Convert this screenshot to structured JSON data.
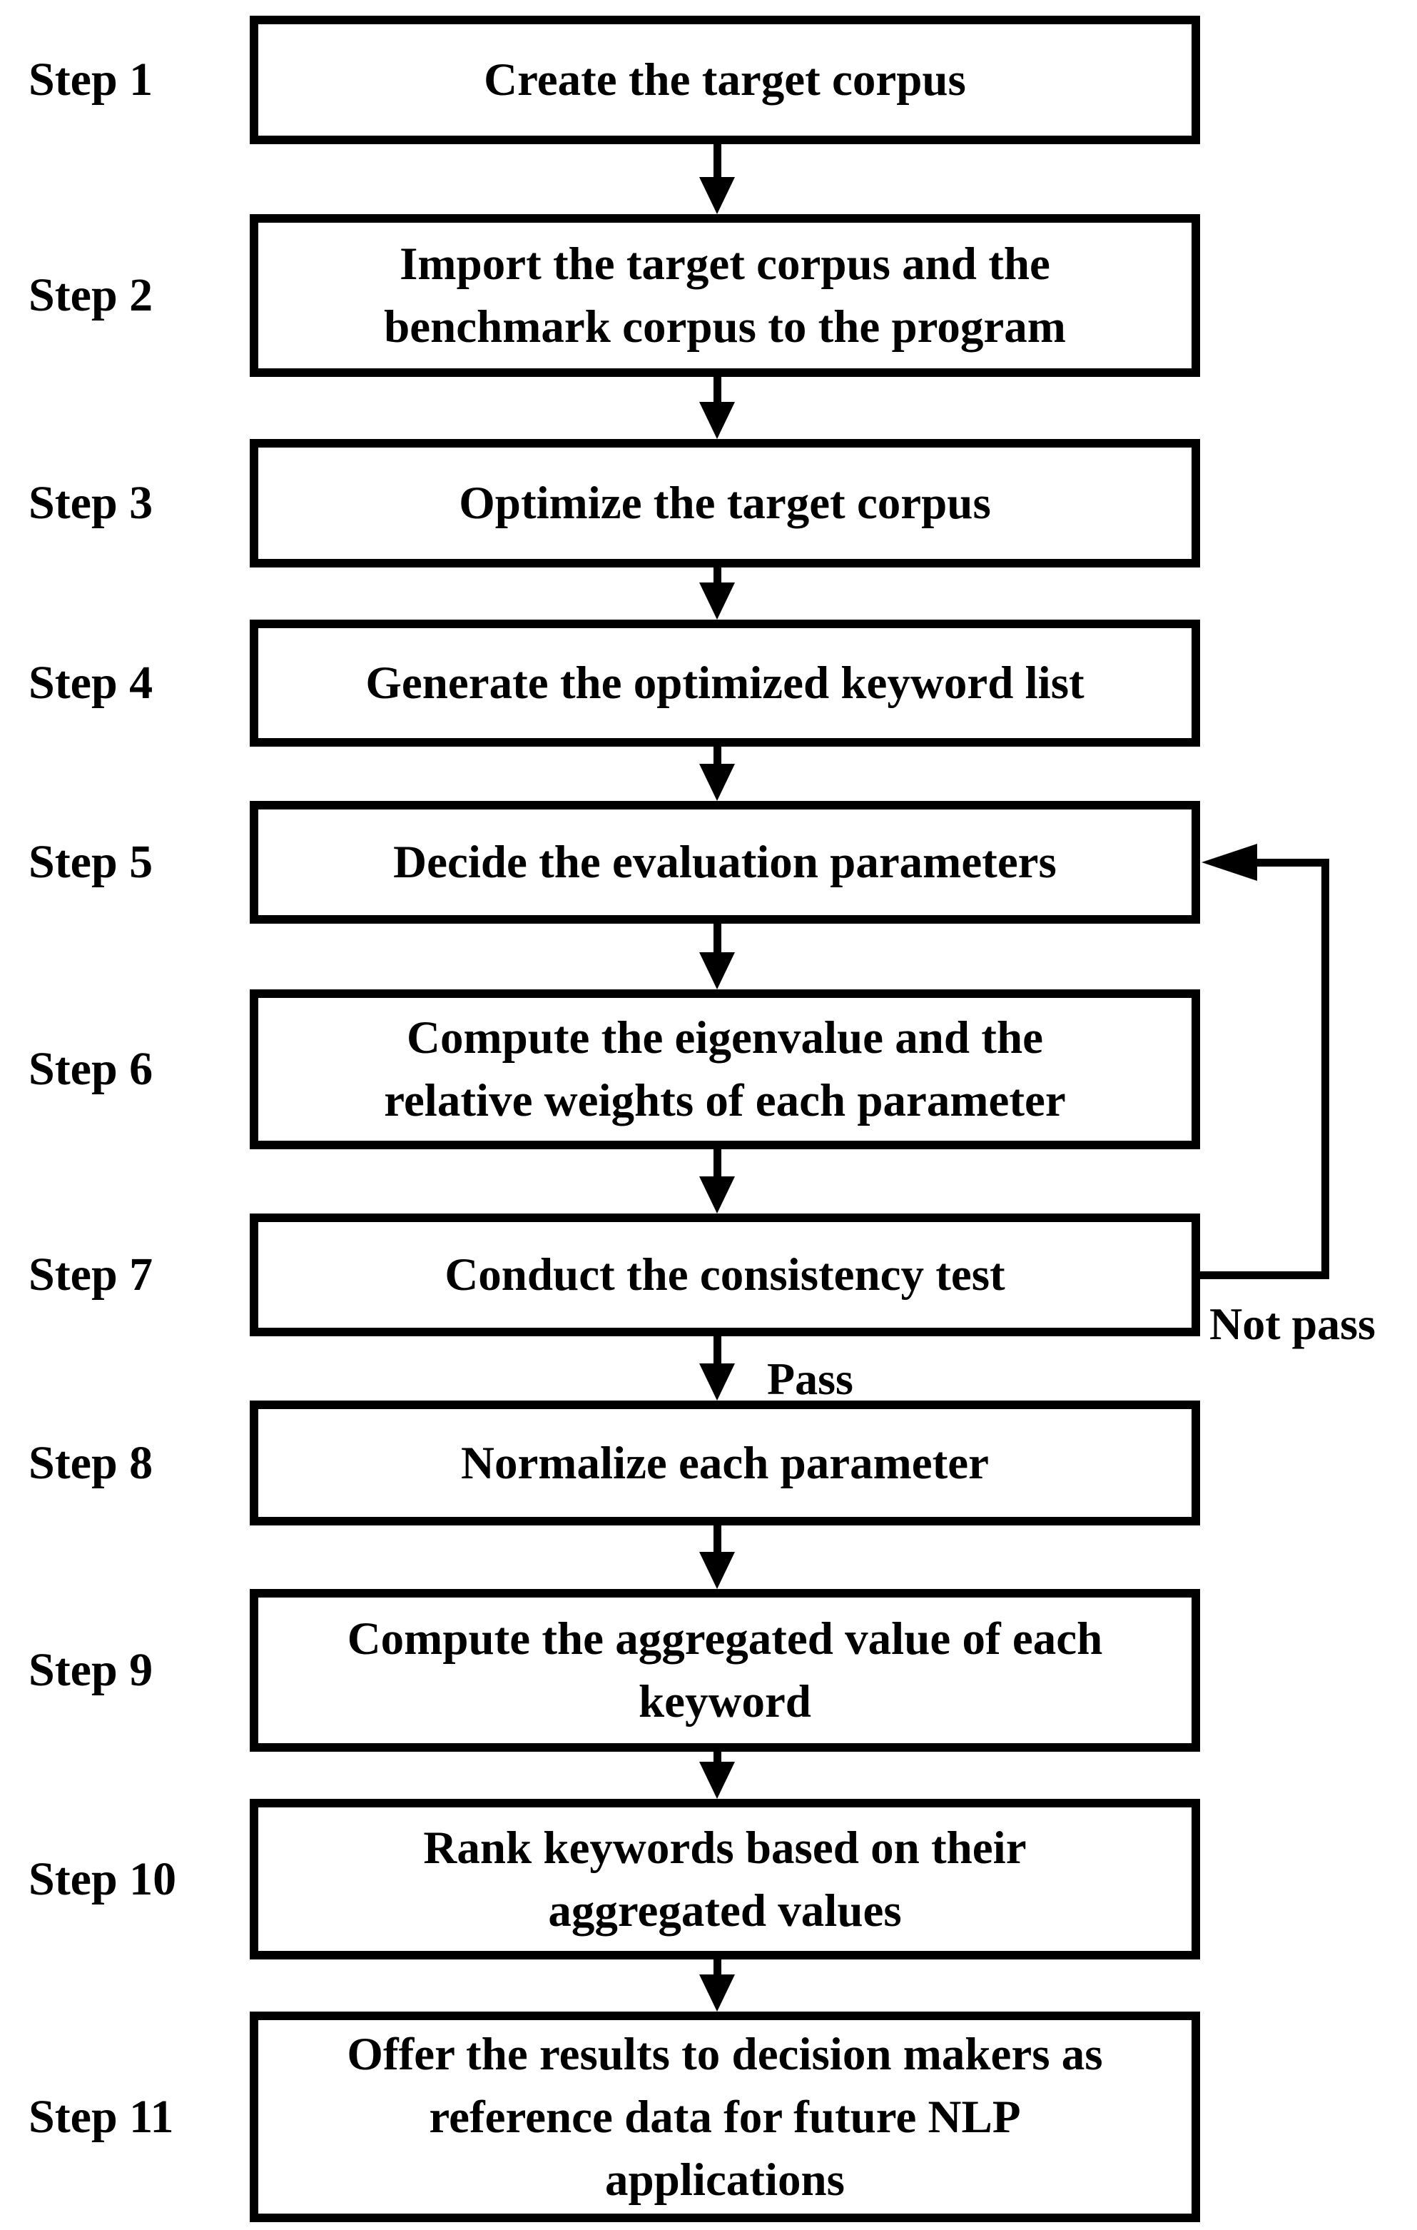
{
  "diagram": {
    "type": "flowchart",
    "background_color": "#ffffff",
    "line_color": "#000000",
    "text_color": "#000000"
  },
  "steps": [
    {
      "label": "Step 1",
      "lines": [
        "Create the target corpus"
      ]
    },
    {
      "label": "Step 2",
      "lines": [
        "Import the target corpus and the",
        "benchmark corpus to the program"
      ]
    },
    {
      "label": "Step 3",
      "lines": [
        "Optimize the target corpus"
      ]
    },
    {
      "label": "Step 4",
      "lines": [
        "Generate the optimized keyword list"
      ]
    },
    {
      "label": "Step 5",
      "lines": [
        "Decide the evaluation parameters"
      ]
    },
    {
      "label": "Step 6",
      "lines": [
        "Compute the eigenvalue and the",
        "relative weights of each parameter"
      ]
    },
    {
      "label": "Step 7",
      "lines": [
        "Conduct the consistency test"
      ]
    },
    {
      "label": "Step 8",
      "lines": [
        "Normalize each parameter"
      ]
    },
    {
      "label": "Step 9",
      "lines": [
        "Compute the aggregated value of each",
        "keyword"
      ]
    },
    {
      "label": "Step 10",
      "lines": [
        "Rank keywords based on their",
        "aggregated values"
      ]
    },
    {
      "label": "Step 11",
      "lines": [
        "Offer the results to decision makers as",
        "reference data for future NLP",
        "applications"
      ]
    }
  ],
  "edges": {
    "pass_label": "Pass",
    "not_pass_label": "Not pass",
    "loop_from": "Step 7",
    "loop_to": "Step 5"
  }
}
